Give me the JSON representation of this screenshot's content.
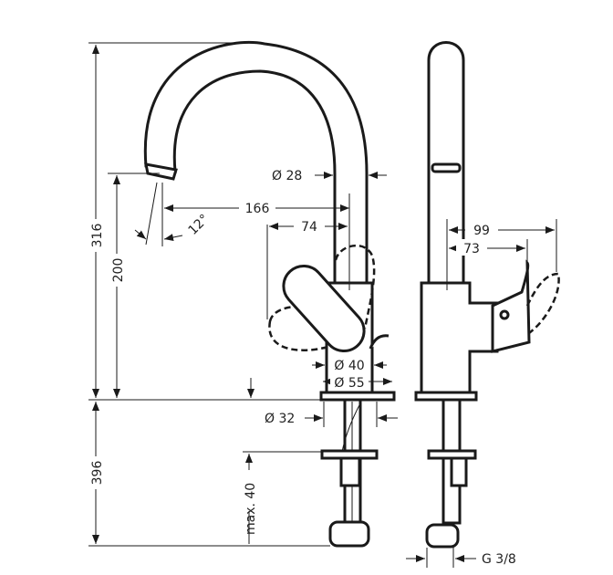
{
  "dimensions": {
    "total_height": "316",
    "spout_height": "200",
    "below_deck": "396",
    "reach": "166",
    "lever_reach": "74",
    "spout_angle": "12°",
    "column_diameter": "Ø 28",
    "body_diameter": "Ø 40",
    "base_diameter": "Ø 55",
    "hole_diameter": "Ø 32",
    "max_thickness": "max. 40",
    "side_lever_reach": "99",
    "side_lever_offset": "73",
    "connection_thread": "G 3/8"
  },
  "colors": {
    "line": "#1a1a1a",
    "background": "#ffffff"
  }
}
